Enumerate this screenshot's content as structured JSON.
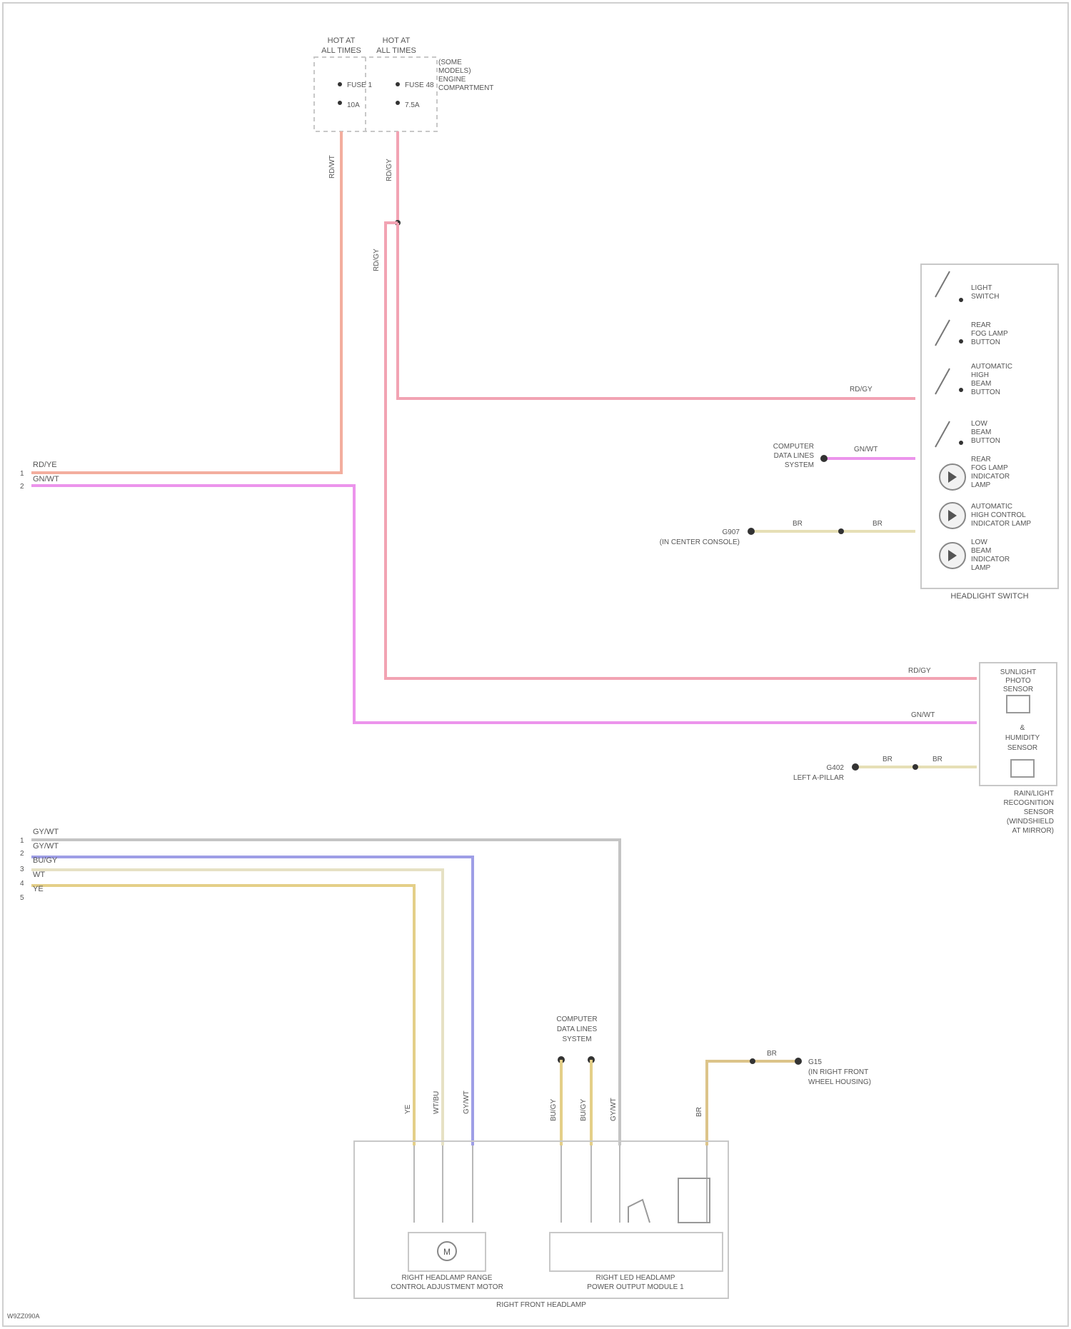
{
  "diagram": {
    "fuse_box": {
      "title_left": [
        "HOT AT",
        "ALL TIMES"
      ],
      "title_right": [
        "HOT AT",
        "ALL TIMES"
      ],
      "side_label": [
        "(SOME",
        "MODELS)",
        "ENGINE",
        "COMPARTMENT"
      ],
      "fuse_left": [
        "FUSE 1",
        "10A"
      ],
      "fuse_right": [
        "FUSE 48",
        "7.5A"
      ],
      "wire_left": "RD/WT",
      "wire_right": "RD/GY",
      "splice_wire": "RD/GY"
    },
    "left_connectors": {
      "top": [
        "RD/YE",
        "GN/WT"
      ],
      "bottom": [
        "GY/WT",
        "GY/WT",
        "BU/GY",
        "WT",
        "YE"
      ]
    },
    "switch_module": {
      "title": "HEADLIGHT SWITCH",
      "items": [
        [
          "LIGHT",
          "SWITCH"
        ],
        [
          "REAR",
          "FOG LAMP",
          "BUTTON"
        ],
        [
          "AUTOMATIC",
          "HIGH",
          "BEAM",
          "BUTTON"
        ],
        [
          "LOW",
          "BEAM",
          "BUTTON"
        ],
        [
          "REAR",
          "FOG LAMP",
          "INDICATOR",
          "LAMP"
        ],
        [
          "AUTOMATIC",
          "HIGH CONTROL",
          "INDICATOR LAMP"
        ],
        [
          "LOW",
          "BEAM",
          "INDICATOR",
          "LAMP"
        ]
      ],
      "wire_1": "RD/GY",
      "wire_2": "GN/WT",
      "wire_3a": "BR",
      "wire_3b": "BR",
      "ground_label": [
        "G907",
        "(IN CENTER CONSOLE)"
      ],
      "inst_label": [
        "COMPUTER",
        "DATA LINES",
        "SYSTEM"
      ]
    },
    "sensor_module": {
      "label_top": [
        "SUNLIGHT",
        "PHOTO",
        "SENSOR"
      ],
      "label_mid": [
        "&",
        "HUMIDITY",
        "SENSOR"
      ],
      "caption": [
        "RAIN/LIGHT",
        "RECOGNITION",
        "SENSOR",
        "(WINDSHIELD",
        "AT MIRROR)"
      ],
      "wire_1": "RD/GY",
      "wire_2": "GN/WT",
      "wire_3a": "BR",
      "wire_3b": "BR",
      "ground_label": [
        "G402",
        "LEFT A-PILLAR"
      ]
    },
    "headlamp": {
      "wire_labels": [
        "YE",
        "WT/BU",
        "GY/WT",
        "BU/GY",
        "BU/GY",
        "GY/WT",
        "BR"
      ],
      "data_label": [
        "COMPUTER",
        "DATA LINES",
        "SYSTEM"
      ],
      "ground_wire": "BR",
      "ground_label": [
        "G15",
        "(IN RIGHT FRONT",
        "WHEEL HOUSING)"
      ],
      "motor_label": [
        "RIGHT HEADLAMP RANGE",
        "CONTROL ADJUSTMENT MOTOR"
      ],
      "led_label": [
        "RIGHT LED HEADLAMP",
        "POWER OUTPUT MODULE 1"
      ],
      "assembly_label": "RIGHT FRONT HEADLAMP"
    },
    "footer_id": "W9ZZ090A"
  },
  "wire_colors": {
    "red_white": "#f3ae9e",
    "red_gray": "#f2a3b3",
    "green_white": "#ec94ec",
    "gray_white": "#c4c4c4",
    "blue_gray": "#9e9ee6",
    "white": "#e6e1c4",
    "yellow": "#e4cf88",
    "brown": "#c8b485"
  },
  "icons": [
    "switch-icon",
    "indicator-lamp-icon",
    "motor-icon",
    "ground-icon"
  ]
}
